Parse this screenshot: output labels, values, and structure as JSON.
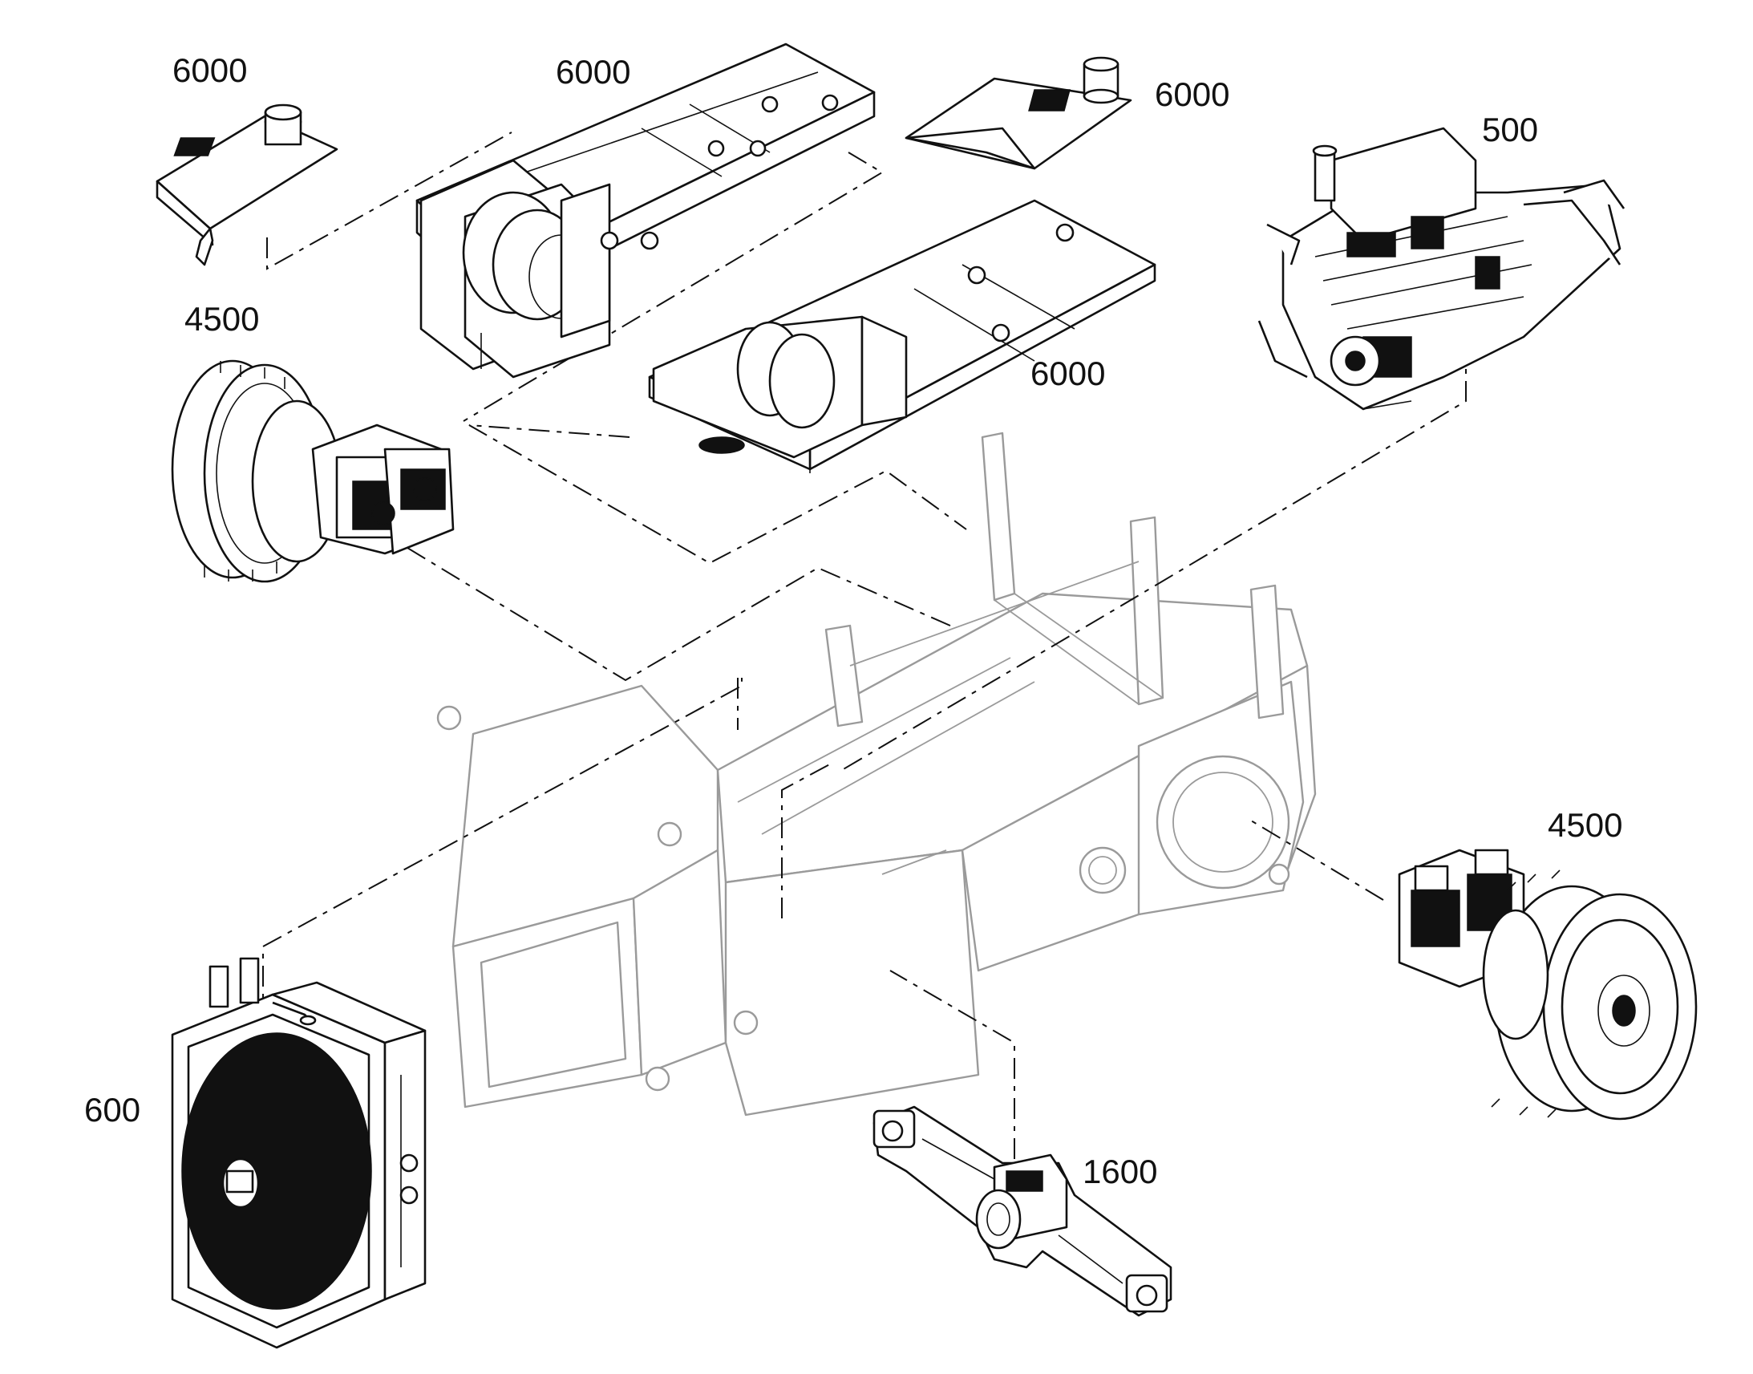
{
  "callouts": {
    "plate_top_left": "6000",
    "frame_top_center": "6000",
    "plate_top_right": "6000",
    "engine": "500",
    "final_drive_left": "4500",
    "frame_middle": "6000",
    "final_drive_right": "4500",
    "cooler": "600",
    "axle_pendulum": "1600"
  },
  "colors": {
    "line_art": "#111111",
    "ghost_frame": "#9a9a9a",
    "background": "#ffffff"
  }
}
